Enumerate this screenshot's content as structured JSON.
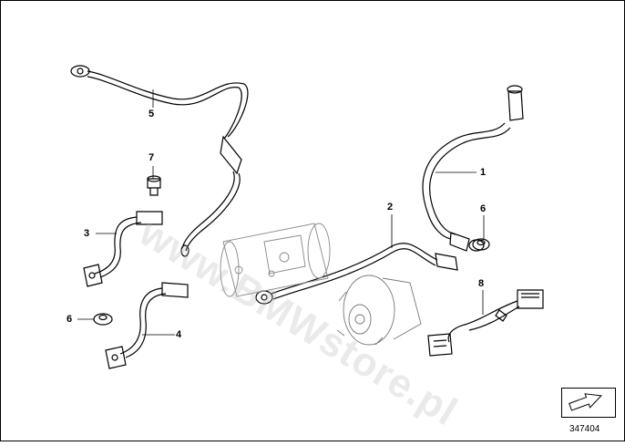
{
  "watermark": "www.BMWstore.pl",
  "callouts": {
    "c1": "1",
    "c2": "2",
    "c3": "3",
    "c4": "4",
    "c5": "5",
    "c6a": "6",
    "c6b": "6",
    "c7": "7",
    "c8": "8"
  },
  "diagram_id": "347404",
  "icons": {
    "nav": "arrow-icon"
  }
}
